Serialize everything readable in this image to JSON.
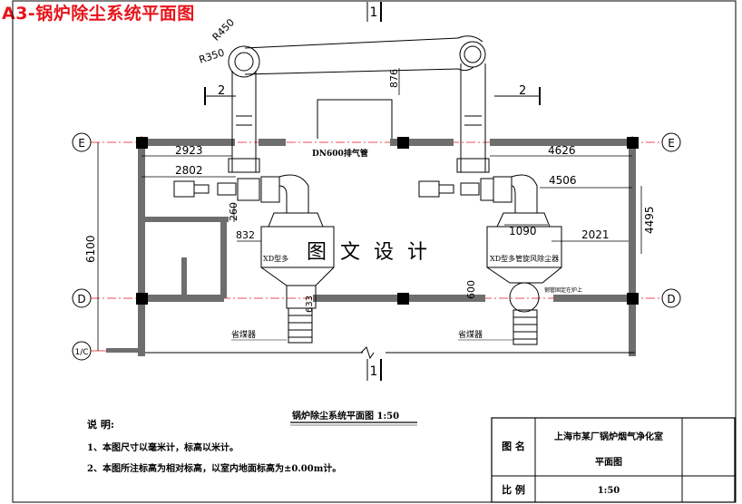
{
  "page_title": "A3-锅炉除尘系统平面图",
  "section_marks": {
    "top": "1",
    "bottom": "1",
    "left": "2",
    "right": "2"
  },
  "pipe_labels": {
    "bend_radius": "R450",
    "bend_radius2": "R350",
    "rise": "876",
    "exhaust": "DN600排气管"
  },
  "dimensions": {
    "d2923": "2923",
    "d4626": "4626",
    "d2802": "2802",
    "d4506": "4506",
    "d260": "260",
    "d832": "832",
    "d1090": "1090",
    "d2021": "2021",
    "d4495": "4495",
    "d6100": "6100",
    "d633": "633",
    "d600": "600"
  },
  "axes": {
    "e": "E",
    "d": "D",
    "c": "1/C"
  },
  "equipment": {
    "left_collector": "XD型多",
    "right_collector": "XD型多管旋风除尘器",
    "small_note": "钢管固定在炉上",
    "water_seal_left": "省煤器",
    "water_seal_right": "省煤器"
  },
  "watermark": "图 文 设 计",
  "caption": "锅炉除尘系统平面图 1:50",
  "notes": {
    "heading": "说  明:",
    "line1": "1、本图尺寸以毫米计，标高以米计。",
    "line2": "2、本图所注标高为相对标高，以室内地面标高为±0.00m计。"
  },
  "title_block": {
    "name_label": "图 名",
    "name_value_1": "上海市某厂锅炉烟气净化室",
    "name_value_2": "平面图",
    "scale_label": "比 例",
    "scale_value": "1:50"
  },
  "colors": {
    "title": "#e8141c",
    "centerline": "#e8141c",
    "wall": "#6e6e6e",
    "column": "#000000"
  }
}
